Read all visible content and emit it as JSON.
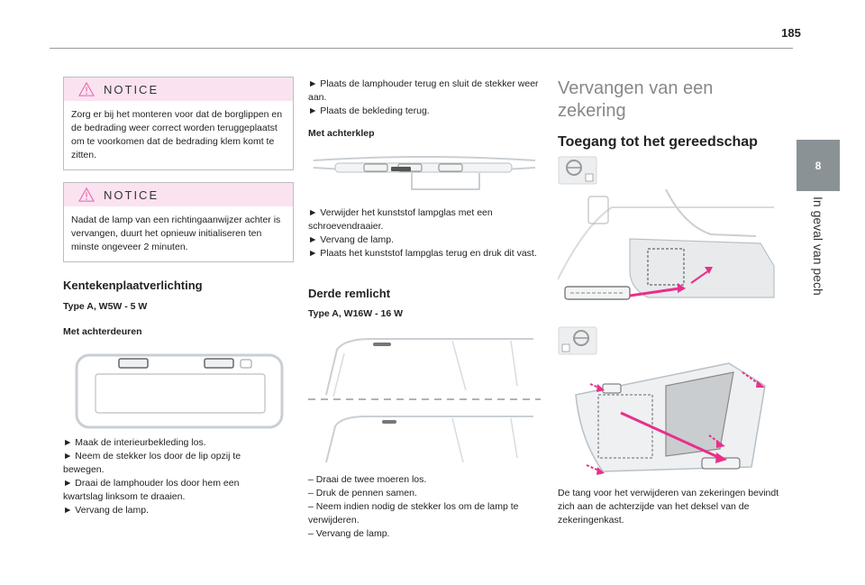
{
  "header": {
    "page_number": "185"
  },
  "side_tab": {
    "chapter": "8",
    "title": "In geval van pech"
  },
  "col1": {
    "notice1": {
      "title": "NOTICE",
      "text": "Zorg er bij het monteren voor dat de borglippen en de bedrading weer correct worden teruggeplaatst om te voorkomen dat de bedrading klem komt te zitten."
    },
    "notice2": {
      "title": "NOTICE",
      "text": "Nadat de lamp van een richtingaanwijzer achter is vervangen, duurt het opnieuw initialiseren ten minste ongeveer 2 minuten."
    },
    "heading": "Kentekenplaatverlichting",
    "type": "Type A, W5W - 5 W",
    "subheading": "Met achterdeuren",
    "steps": [
      "► Maak de interieurbekleding los.",
      "► Neem de stekker los door de lip opzij te bewegen.",
      "► Draai de lamphouder los door hem een kwartslag linksom te draaien.",
      "► Vervang de lamp."
    ]
  },
  "col2": {
    "steps_top": [
      "► Plaats de lamphouder terug en sluit de stekker weer aan.",
      "► Plaats de bekleding terug."
    ],
    "subheading": "Met achterklep",
    "steps_mid": [
      "► Verwijder het kunststof lampglas met een schroevendraaier.",
      "► Vervang de lamp.",
      "► Plaats het kunststof lampglas terug en druk dit vast."
    ],
    "heading": "Derde remlicht",
    "type": "Type A, W16W - 16 W",
    "steps_bottom": [
      "– Draai de twee moeren los.",
      "– Druk de pennen samen.",
      "– Neem indien nodig de stekker los om de lamp te verwijderen.",
      "– Vervang de lamp."
    ]
  },
  "col3": {
    "title": "Vervangen van een zekering",
    "heading": "Toegang tot het gereedschap",
    "caption": "De tang voor het verwijderen van zekeringen bevindt zich aan de achterzijde van het deksel van de zekeringenkast."
  },
  "colors": {
    "notice_bg": "#fbe2f1",
    "arrow": "#e8308a",
    "tab_bg": "#8a9296"
  }
}
